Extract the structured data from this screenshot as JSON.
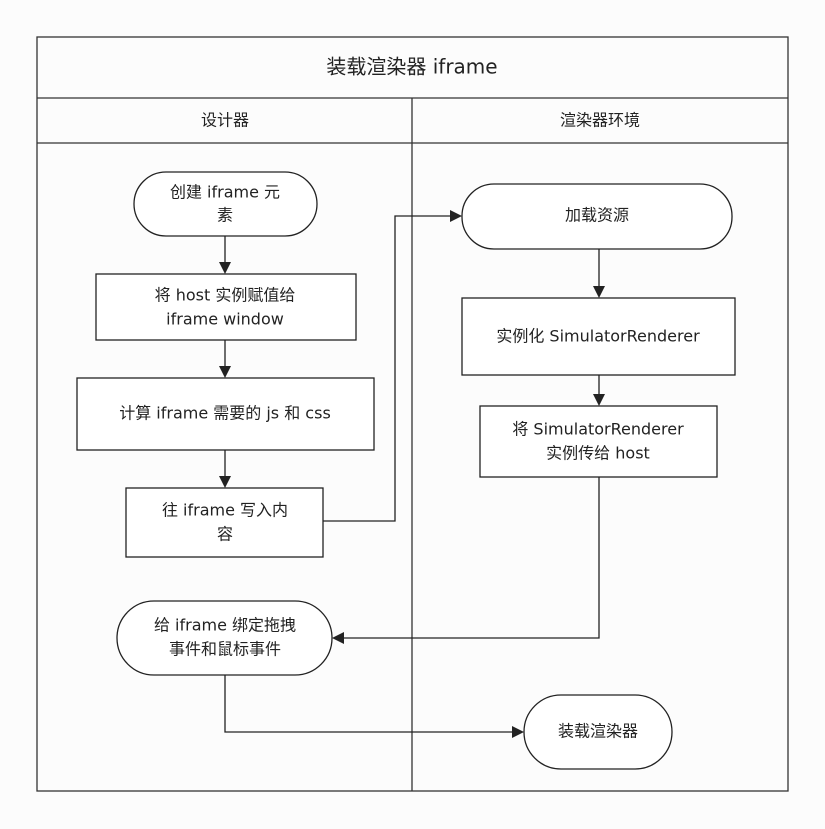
{
  "title": "装载渲染器 iframe",
  "lanes": [
    {
      "id": "designer",
      "label": "设计器"
    },
    {
      "id": "renderer",
      "label": "渲染器环境"
    }
  ],
  "nodes": [
    {
      "id": "create-iframe",
      "shape": "terminal",
      "lines": [
        "创建 iframe 元",
        "素"
      ]
    },
    {
      "id": "assign-host",
      "shape": "process",
      "lines": [
        "将 host 实例赋值给",
        "iframe window"
      ]
    },
    {
      "id": "compute-assets",
      "shape": "process",
      "lines": [
        "计算 iframe 需要的 js 和 css"
      ]
    },
    {
      "id": "write-content",
      "shape": "process",
      "lines": [
        "往 iframe 写入内",
        "容"
      ]
    },
    {
      "id": "bind-events",
      "shape": "terminal",
      "lines": [
        "给 iframe 绑定拖拽",
        "事件和鼠标事件"
      ]
    },
    {
      "id": "load-resources",
      "shape": "terminal",
      "lines": [
        "加载资源"
      ]
    },
    {
      "id": "instantiate-renderer",
      "shape": "process",
      "lines": [
        "实例化 SimulatorRenderer"
      ]
    },
    {
      "id": "pass-to-host",
      "shape": "process",
      "lines": [
        "将 SimulatorRenderer",
        "实例传给 host"
      ]
    },
    {
      "id": "load-done",
      "shape": "terminal",
      "lines": [
        "装载渲染器"
      ]
    }
  ],
  "edges": [
    {
      "from": "create-iframe",
      "to": "assign-host"
    },
    {
      "from": "assign-host",
      "to": "compute-assets"
    },
    {
      "from": "compute-assets",
      "to": "write-content"
    },
    {
      "from": "write-content",
      "to": "load-resources"
    },
    {
      "from": "load-resources",
      "to": "instantiate-renderer"
    },
    {
      "from": "instantiate-renderer",
      "to": "pass-to-host"
    },
    {
      "from": "pass-to-host",
      "to": "bind-events"
    },
    {
      "from": "bind-events",
      "to": "load-done"
    }
  ]
}
